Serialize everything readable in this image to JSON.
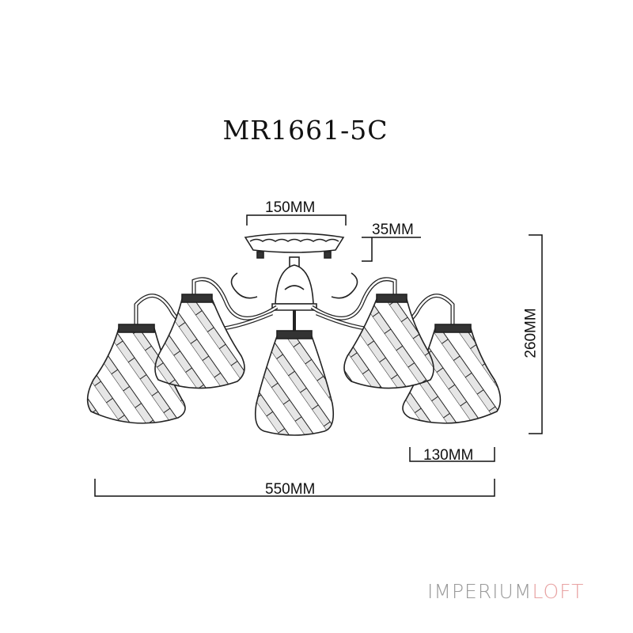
{
  "title": "MR1661-5C",
  "dimensions": {
    "canopy_width": "150MM",
    "canopy_height": "35MM",
    "total_height": "260MM",
    "shade_width": "130MM",
    "total_width": "550MM"
  },
  "logo": {
    "part1": "IMPERIUM",
    "part2": "LOFT",
    "color1": "#9a9a9a",
    "color2": "#e8a3a3"
  }
}
